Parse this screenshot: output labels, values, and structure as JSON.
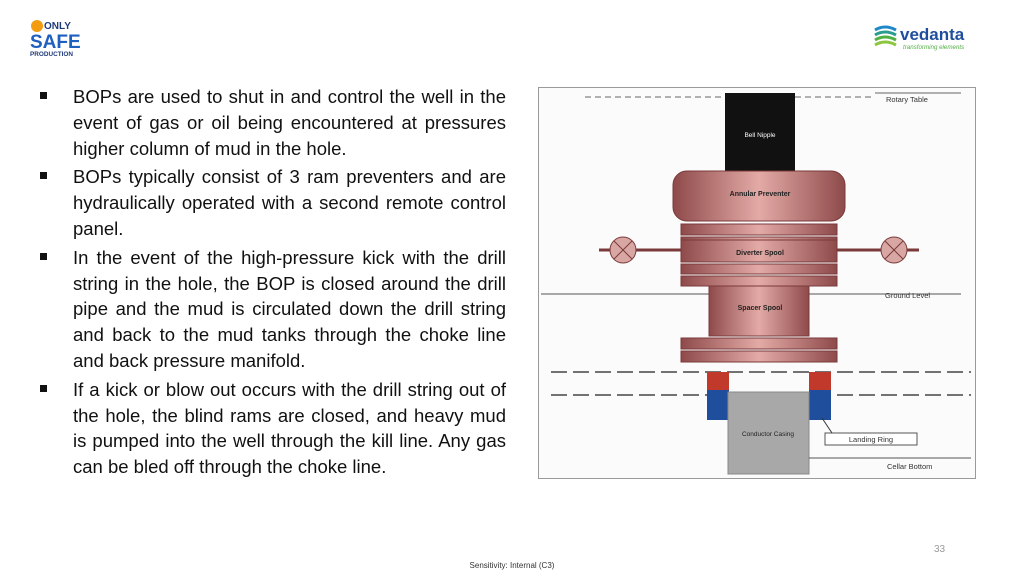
{
  "logos": {
    "left": {
      "line1": "ONLY",
      "line2": "SAFE",
      "line3": "PRODUCTION"
    },
    "right": {
      "name": "vedanta",
      "tagline": "transforming elements"
    }
  },
  "bullets": [
    "BOPs are used to shut in and control the well in the event of gas or oil being encountered at pressures higher column of mud in the hole.",
    "BOPs typically consist of 3 ram preventers and are hydraulically operated with a second remote control panel.",
    "In the event of the high-pressure kick with the drill string in the hole, the BOP is closed around the drill pipe and the mud is circulated down the drill string and back to the mud tanks through the choke line and back pressure manifold.",
    "If a kick or blow out occurs with the drill string out of the hole, the blind rams are closed, and heavy mud is pumped into the well through the kill line. Any gas can be bled off through the choke line."
  ],
  "diagram": {
    "labels": {
      "rotary_table": "Rotary Table",
      "bell_nipple": "Bell Nipple",
      "annular_preventer": "Annular Preventer",
      "diverter_spool": "Diverter Spool",
      "ground_level": "Ground Level",
      "spacer_spool": "Spacer Spool",
      "conductor_casing": "Conductor Casing",
      "landing_ring": "Landing Ring",
      "cellar_bottom": "Cellar Bottom"
    }
  },
  "page_number": "33",
  "footer": "Sensitivity: Internal (C3)"
}
